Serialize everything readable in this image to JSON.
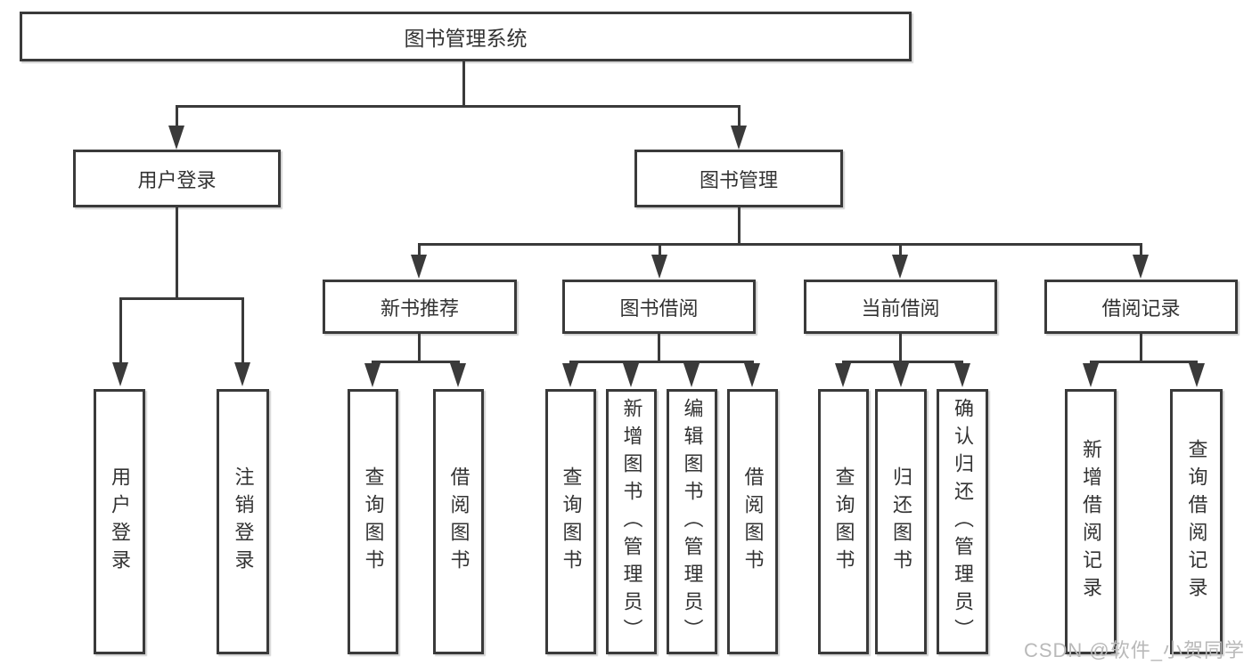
{
  "diagram": {
    "root": {
      "label": "图书管理系统"
    },
    "branches": [
      {
        "label": "用户登录",
        "children": [
          {
            "label": "用户登录"
          },
          {
            "label": "注销登录"
          }
        ]
      },
      {
        "label": "图书管理",
        "groups": [
          {
            "label": "新书推荐",
            "children": [
              {
                "label": "查询图书"
              },
              {
                "label": "借阅图书"
              }
            ]
          },
          {
            "label": "图书借阅",
            "children": [
              {
                "label": "查询图书"
              },
              {
                "label": "新增图书（管理员）"
              },
              {
                "label": "编辑图书（管理员）"
              },
              {
                "label": "借阅图书"
              }
            ]
          },
          {
            "label": "当前借阅",
            "children": [
              {
                "label": "查询图书"
              },
              {
                "label": "归还图书"
              },
              {
                "label": "确认归还（管理员）"
              }
            ]
          },
          {
            "label": "借阅记录",
            "children": [
              {
                "label": "新增借阅记录"
              },
              {
                "label": "查询借阅记录"
              }
            ]
          }
        ]
      }
    ]
  },
  "colors": {
    "line": "#3a3a3a",
    "text": "#333333",
    "watermark": "#b9b9b9"
  },
  "watermark": {
    "text": "CSDN @软件_小贺同学"
  }
}
